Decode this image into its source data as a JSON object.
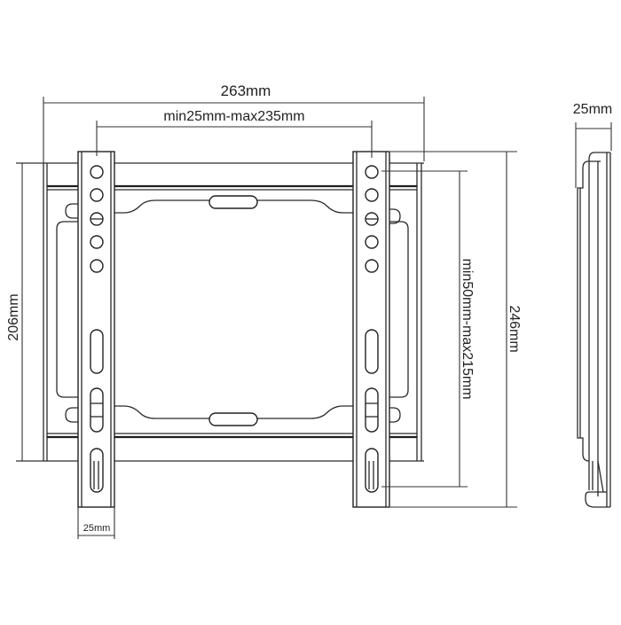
{
  "diagram": {
    "title": "Fixed TV wall mount bracket — dimension drawing",
    "line_color": "#222222",
    "background": "#ffffff",
    "views": [
      "front-view",
      "side-view"
    ]
  },
  "dimensions": {
    "overall_width": "263mm",
    "vesa_horizontal": "min25mm-max235mm",
    "frame_height": "206mm",
    "overall_height": "246mm",
    "vesa_vertical": "min50mm-max215mm",
    "arm_width": "25mm",
    "depth": "25mm"
  },
  "components": {
    "left_arm": {
      "round_holes": 5,
      "slots": 3
    },
    "right_arm": {
      "round_holes": 5,
      "slots": 3
    },
    "wall_plate": {
      "slots": 2
    }
  }
}
